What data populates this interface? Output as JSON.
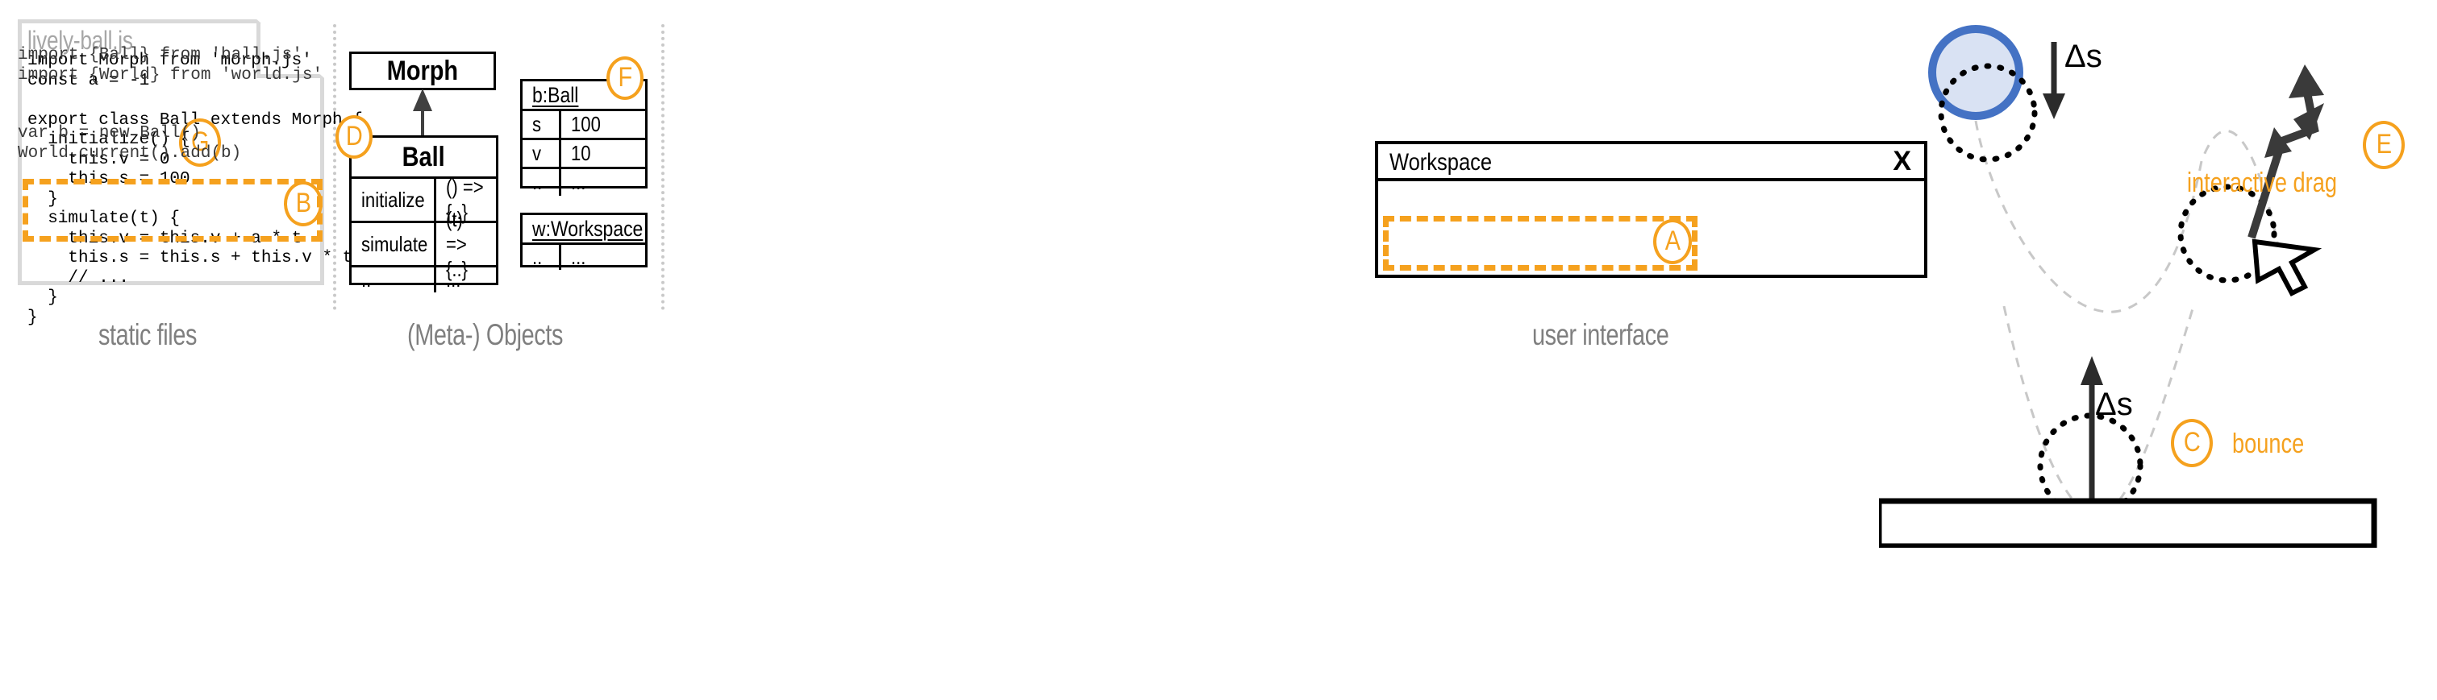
{
  "captions": {
    "left": "static files",
    "middle": "(Meta-) Objects",
    "right": "user interface"
  },
  "colors": {
    "accent_orange": "#f5a11e",
    "ball_stroke": "#4472c4",
    "ball_fill": "#d9e2f3",
    "caption_gray": "#7f7f7f",
    "card_border": "#d9d9d9",
    "divider_gray": "#c9c9c9",
    "outline_black": "#000000"
  },
  "file_card": {
    "filename": "lively-ball.js",
    "code_above": "import Morph from 'morph.js'\nconst a = -1\n\nexport class Ball extends Morph {\n  initialize() {\n    this.v = 0\n    this.s = 100\n  }",
    "code_highlight": "  simulate(t) {\n    this.v = this.v + a * t\n    this.s = this.s + this.v * t",
    "code_below": "    // ...\n  }\n}",
    "full_code": "import Morph from 'morph.js'\nconst a = -1\n\nexport class Ball extends Morph {\n  initialize() {\n    this.v = 0\n    this.s = 100\n  }\n  simulate(t) {\n    this.v = this.v + a * t\n    this.s = this.s + this.v * t\n    // ...\n  }\n}"
  },
  "uml": {
    "superclass": {
      "name": "Morph"
    },
    "subclass": {
      "name": "Ball",
      "rows": [
        {
          "member": "initialize",
          "value": "() => {..}"
        },
        {
          "member": "simulate",
          "value": "(t) => {..}"
        },
        {
          "member": "..",
          "value": "..."
        }
      ]
    }
  },
  "objects": [
    {
      "title": "b:Ball",
      "rows": [
        {
          "key": "s",
          "value": "100"
        },
        {
          "key": "v",
          "value": "10"
        },
        {
          "key": "..",
          "value": "..."
        }
      ]
    },
    {
      "title": "w:Workspace",
      "rows": [
        {
          "key": "..",
          "value": "..."
        }
      ]
    }
  ],
  "workspace": {
    "title": "Workspace",
    "close_label": "X",
    "imports": "import {Ball} from 'ball.js'\nimport {World} from 'world.js'",
    "statements": "var b = new Ball()\nWorld.current().add(b)"
  },
  "simulation": {
    "delta_label_top": "Δs",
    "delta_label_bottom": "Δs",
    "drag_label": "interactive drag",
    "bounce_label": "bounce"
  },
  "markers": {
    "a": "A",
    "b": "B",
    "c": "C",
    "d": "D",
    "e": "E",
    "f": "F",
    "g": "G"
  }
}
